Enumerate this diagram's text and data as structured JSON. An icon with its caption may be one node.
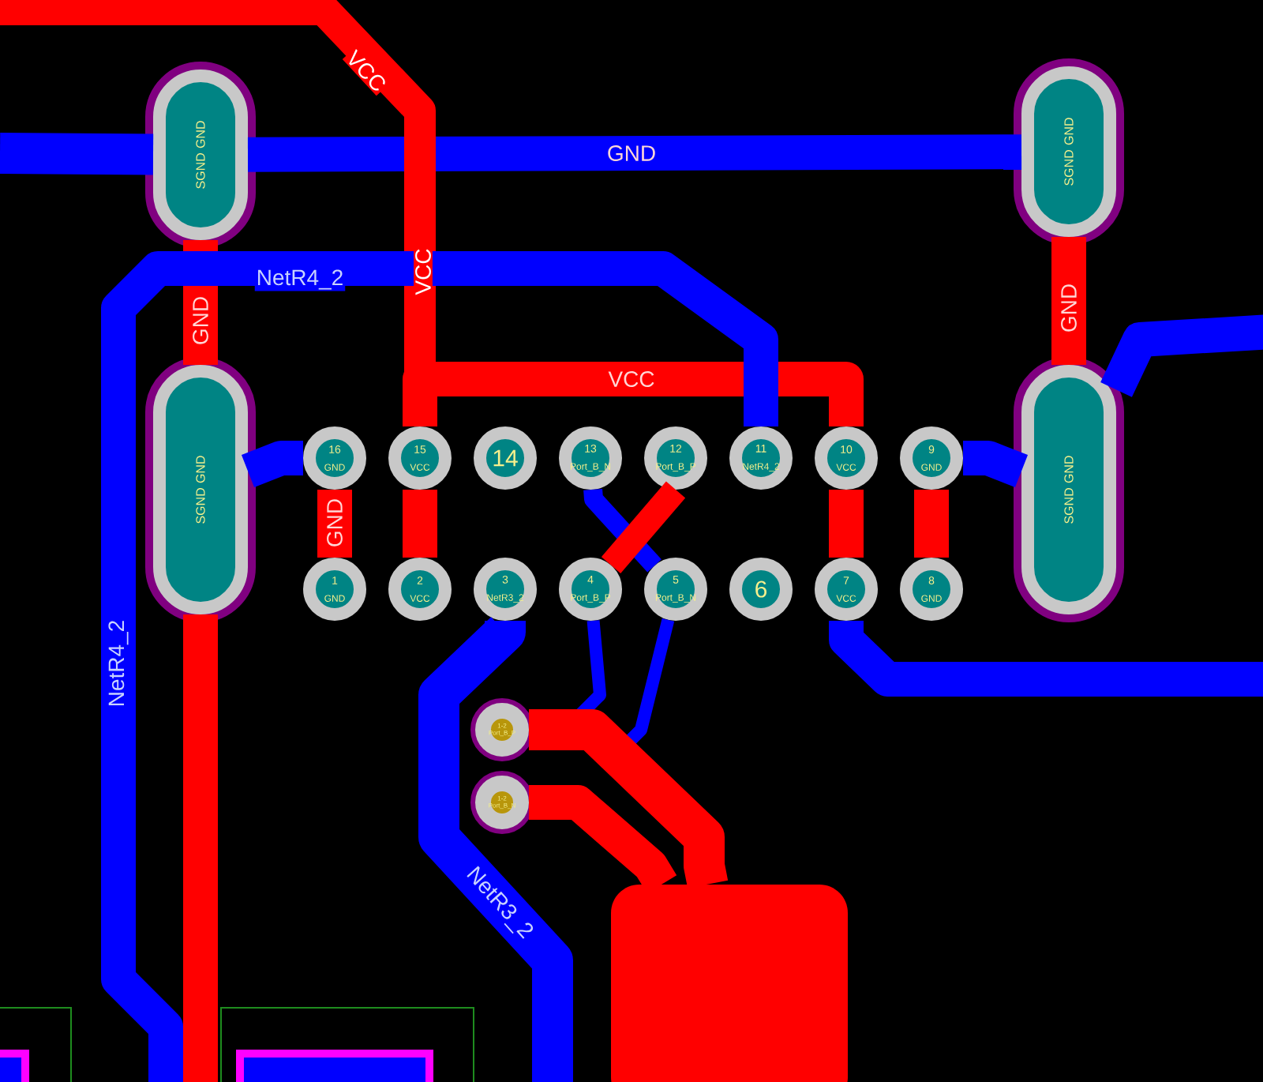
{
  "diagram": {
    "nodes": [
      {
        "text": [
          "SGND GND"
        ]
      },
      {
        "text": [
          "SGND GND"
        ]
      },
      {
        "text": [
          "SGND GND"
        ]
      },
      {
        "text": [
          "SGND GND"
        ]
      },
      {
        "text": [
          "16",
          "GND"
        ]
      },
      {
        "text": [
          "15",
          "VCC"
        ]
      },
      {
        "text": [
          "14"
        ]
      },
      {
        "text": [
          "13",
          "Port_B_N"
        ]
      },
      {
        "text": [
          "12",
          "Port_B_P"
        ]
      },
      {
        "text": [
          "11",
          "NetR4_2"
        ]
      },
      {
        "text": [
          "10",
          "VCC"
        ]
      },
      {
        "text": [
          "9",
          "GND"
        ]
      },
      {
        "text": [
          "1",
          "GND"
        ]
      },
      {
        "text": [
          "2",
          "VCC"
        ]
      },
      {
        "text": [
          "3",
          "NetR3_2"
        ]
      },
      {
        "text": [
          "4",
          "Port_B_P"
        ]
      },
      {
        "text": [
          "5",
          "Port_B_N"
        ]
      },
      {
        "text": [
          "6"
        ]
      },
      {
        "text": [
          "7",
          "VCC"
        ]
      },
      {
        "text": [
          "8",
          "GND"
        ]
      },
      {
        "text": [
          "1-2",
          "Port_B_P"
        ]
      },
      {
        "text": [
          "1-2",
          "Port_B_N"
        ]
      },
      {
        "text": [],
        "shape": "box"
      }
    ],
    "edges": [
      {
        "from": 0,
        "to": 2,
        "arrow": "none",
        "label": "GND"
      },
      {
        "from": 1,
        "to": 3,
        "arrow": "none",
        "label": "GND"
      },
      {
        "from": 0,
        "to": 1,
        "arrow": "none",
        "label": "GND",
        "color": "#0000ff"
      },
      {
        "from": 4,
        "to": 2,
        "arrow": "none",
        "color": "#0000ff"
      },
      {
        "from": 11,
        "to": 3,
        "arrow": "none",
        "color": "#0000ff"
      },
      {
        "from": 4,
        "to": 12,
        "arrow": "none",
        "label": "GND"
      },
      {
        "from": 5,
        "to": 13,
        "arrow": "none"
      },
      {
        "from": 5,
        "to": 10,
        "arrow": "none",
        "label": "VCC"
      },
      {
        "from": 10,
        "to": 18,
        "arrow": "none"
      },
      {
        "from": 11,
        "to": 19,
        "arrow": "none"
      },
      {
        "from": 7,
        "to": 16,
        "arrow": "none",
        "color": "#0000ff"
      },
      {
        "from": 8,
        "to": 15,
        "arrow": "none"
      },
      {
        "from": 5,
        "to": null,
        "arrow": "none"
      },
      {
        "from": null,
        "to": 0,
        "arrow": "none",
        "color": "#0000ff"
      },
      {
        "from": 2,
        "to": null,
        "arrow": "none"
      },
      {
        "from": 9,
        "to": null,
        "arrow": "none",
        "color": "#0000ff"
      },
      {
        "from": 14,
        "to": null,
        "arrow": "none",
        "color": "#0000ff"
      },
      {
        "from": 18,
        "to": null,
        "arrow": "none",
        "color": "#0000ff"
      },
      {
        "from": 3,
        "to": null,
        "arrow": "none",
        "color": "#0000ff"
      },
      {
        "from": 15,
        "to": null,
        "arrow": "none",
        "color": "#0000ff"
      },
      {
        "from": 16,
        "to": null,
        "arrow": "none",
        "color": "#0000ff"
      },
      {
        "from": 20,
        "to": 22,
        "arrow": "none"
      },
      {
        "from": 21,
        "to": 22,
        "arrow": "none"
      }
    ],
    "labels": [
      "VCC",
      "VCC",
      "NetR4_2",
      "NetR4_2",
      "NetR3_2"
    ]
  }
}
